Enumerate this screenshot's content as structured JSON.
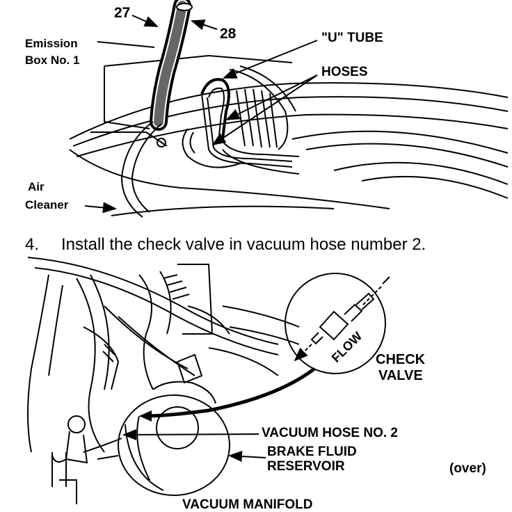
{
  "top_figure": {
    "callout_27": "27",
    "callout_28": "28",
    "emission_box_line1": "Emission",
    "emission_box_line2": "Box No. 1",
    "u_tube": "\"U\" TUBE",
    "hoses": "HOSES",
    "air_cleaner_line1": "Air",
    "air_cleaner_line2": "Cleaner"
  },
  "step": {
    "number": "4.",
    "text": "Install the check valve in vacuum hose number 2."
  },
  "bottom_figure": {
    "flow": "FLOW",
    "check_valve_line1": "CHECK",
    "check_valve_line2": "VALVE",
    "vacuum_hose": "VACUUM HOSE NO. 2",
    "brake_fluid_line1": "BRAKE FLUID",
    "brake_fluid_line2": "RESERVOIR",
    "vacuum_manifold": "VACUUM MANIFOLD"
  },
  "footer": {
    "over": "(over)"
  }
}
